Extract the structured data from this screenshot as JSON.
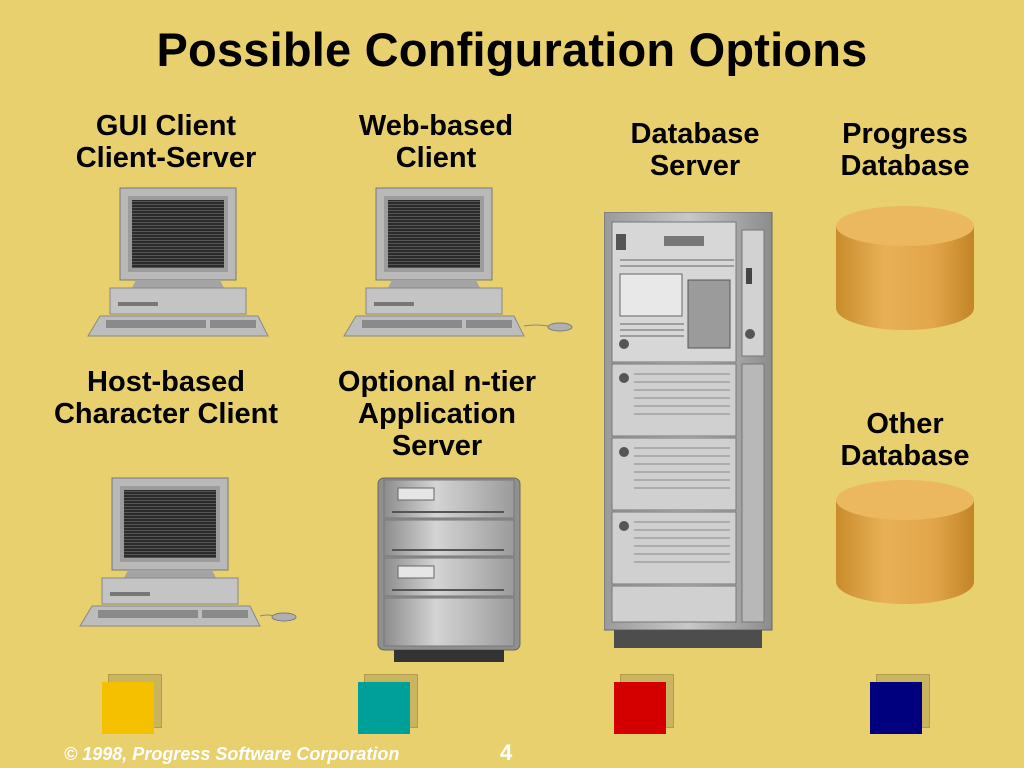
{
  "slide": {
    "title": "Possible Configuration Options",
    "labels": {
      "gui_client": [
        "GUI Client",
        "Client-Server"
      ],
      "web_client": [
        "Web-based",
        "Client"
      ],
      "db_server": [
        "Database",
        "Server"
      ],
      "progress_db": [
        "Progress",
        "Database"
      ],
      "host_client": [
        "Host-based",
        "Character Client"
      ],
      "app_server": [
        "Optional n-tier",
        "Application",
        "Server"
      ],
      "other_db": [
        "Other",
        "Database"
      ]
    },
    "swatches": [
      {
        "name": "yellow",
        "color": "#f5c000"
      },
      {
        "name": "teal",
        "color": "#00a09a"
      },
      {
        "name": "red",
        "color": "#d40000"
      },
      {
        "name": "navy",
        "color": "#00007f"
      }
    ],
    "footer": {
      "copyright": "© 1998, Progress Software Corporation",
      "page_number": "4"
    },
    "icons": {
      "workstation": "desktop-computer-icon",
      "server_tower": "server-rack-icon",
      "app_server": "server-stack-icon",
      "database": "database-cylinder-icon"
    }
  }
}
